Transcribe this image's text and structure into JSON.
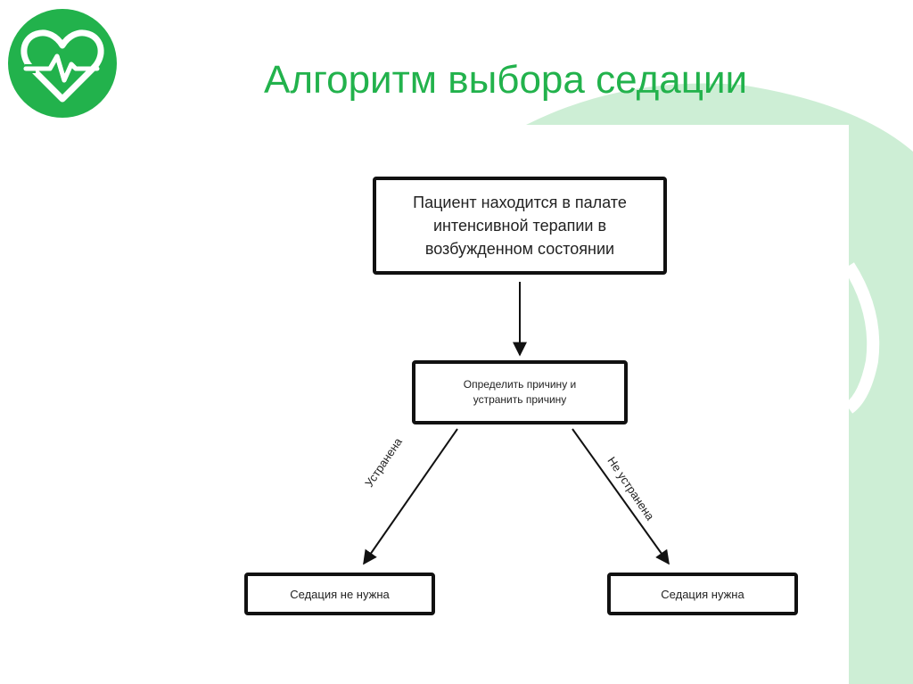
{
  "slide": {
    "title": "Алгоритм выбора седации",
    "logo_icon": "heart-pulse-icon",
    "colors": {
      "accent": "#22b24c",
      "decor": "#cdeed5",
      "border": "#111111",
      "text": "#222222"
    }
  },
  "flowchart": {
    "nodes": {
      "start": "Пациент находится в палате\nинтенсивной терапии в\nвозбужденном состоянии",
      "action": "Определить причину и\nустранить причину",
      "outcome_no": "Седация не нужна",
      "outcome_yes": "Седация нужна"
    },
    "edges": {
      "resolved": "Устранена",
      "not_resolved": "Не устранена"
    }
  }
}
